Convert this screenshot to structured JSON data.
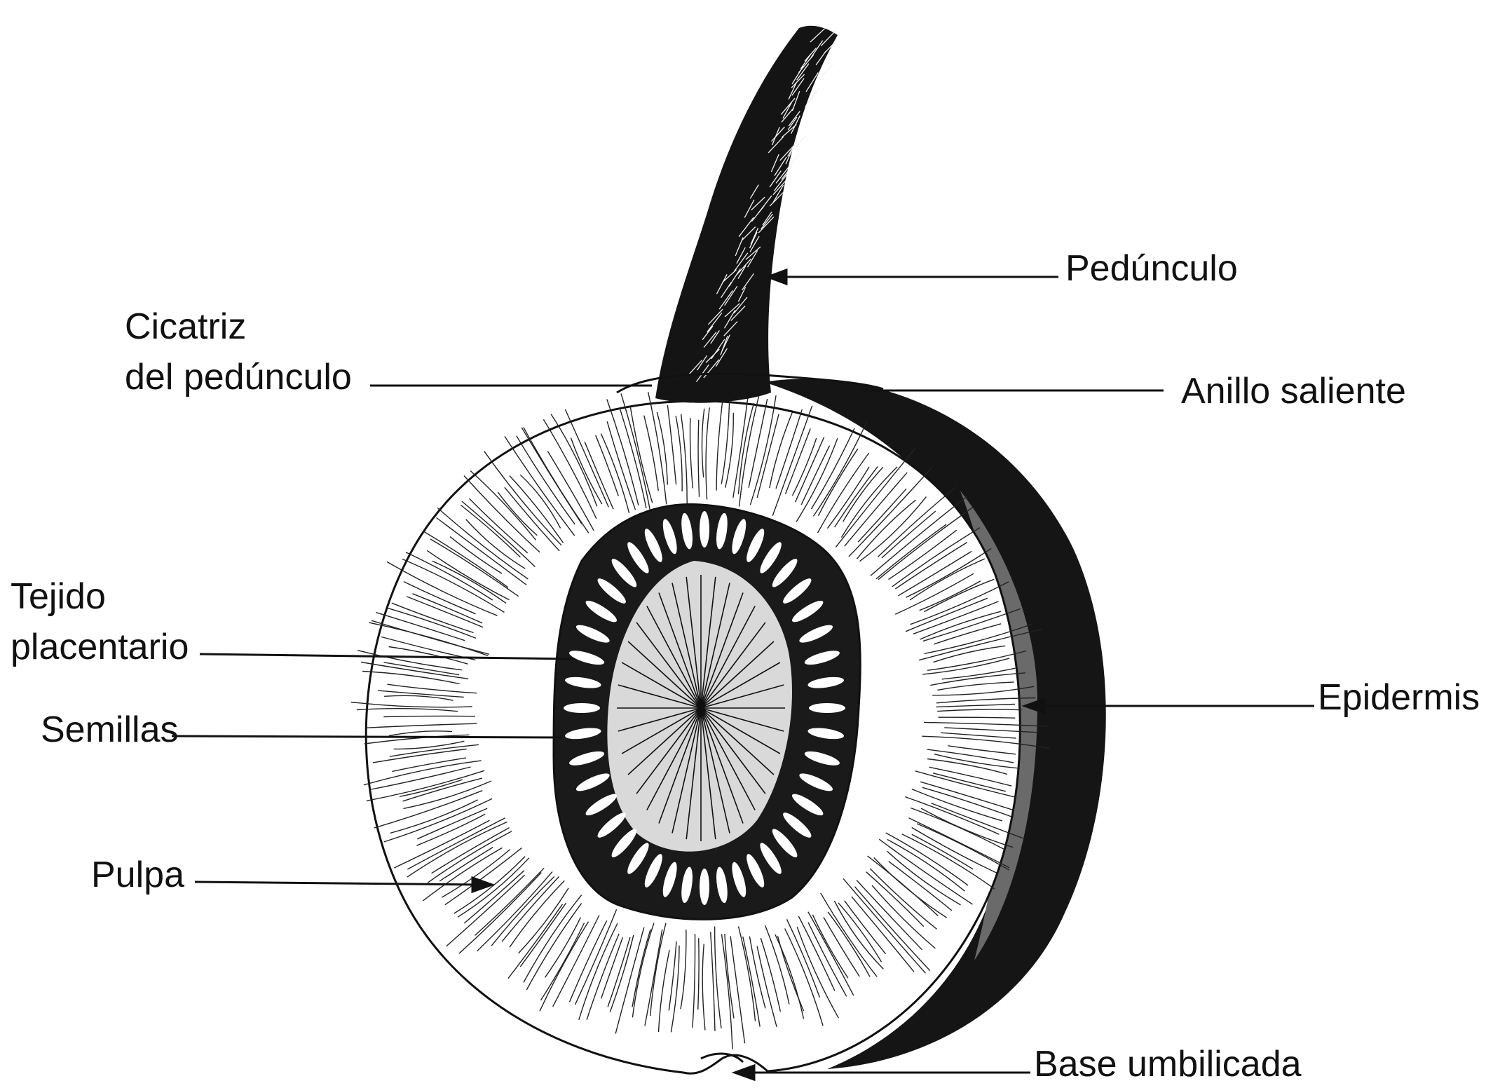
{
  "labels": {
    "peduncle": "Pedúnculo",
    "scar_line1": "Cicatriz",
    "scar_line2": "del pedúnculo",
    "ring": "Anillo saliente",
    "tissue_line1": "Tejido",
    "tissue_line2": "placentario",
    "epidermis": "Epidermis",
    "seeds": "Semillas",
    "pulp": "Pulpa",
    "base": "Base umbilicada"
  },
  "colors": {
    "ink": "#111111",
    "paper": "#ffffff"
  }
}
